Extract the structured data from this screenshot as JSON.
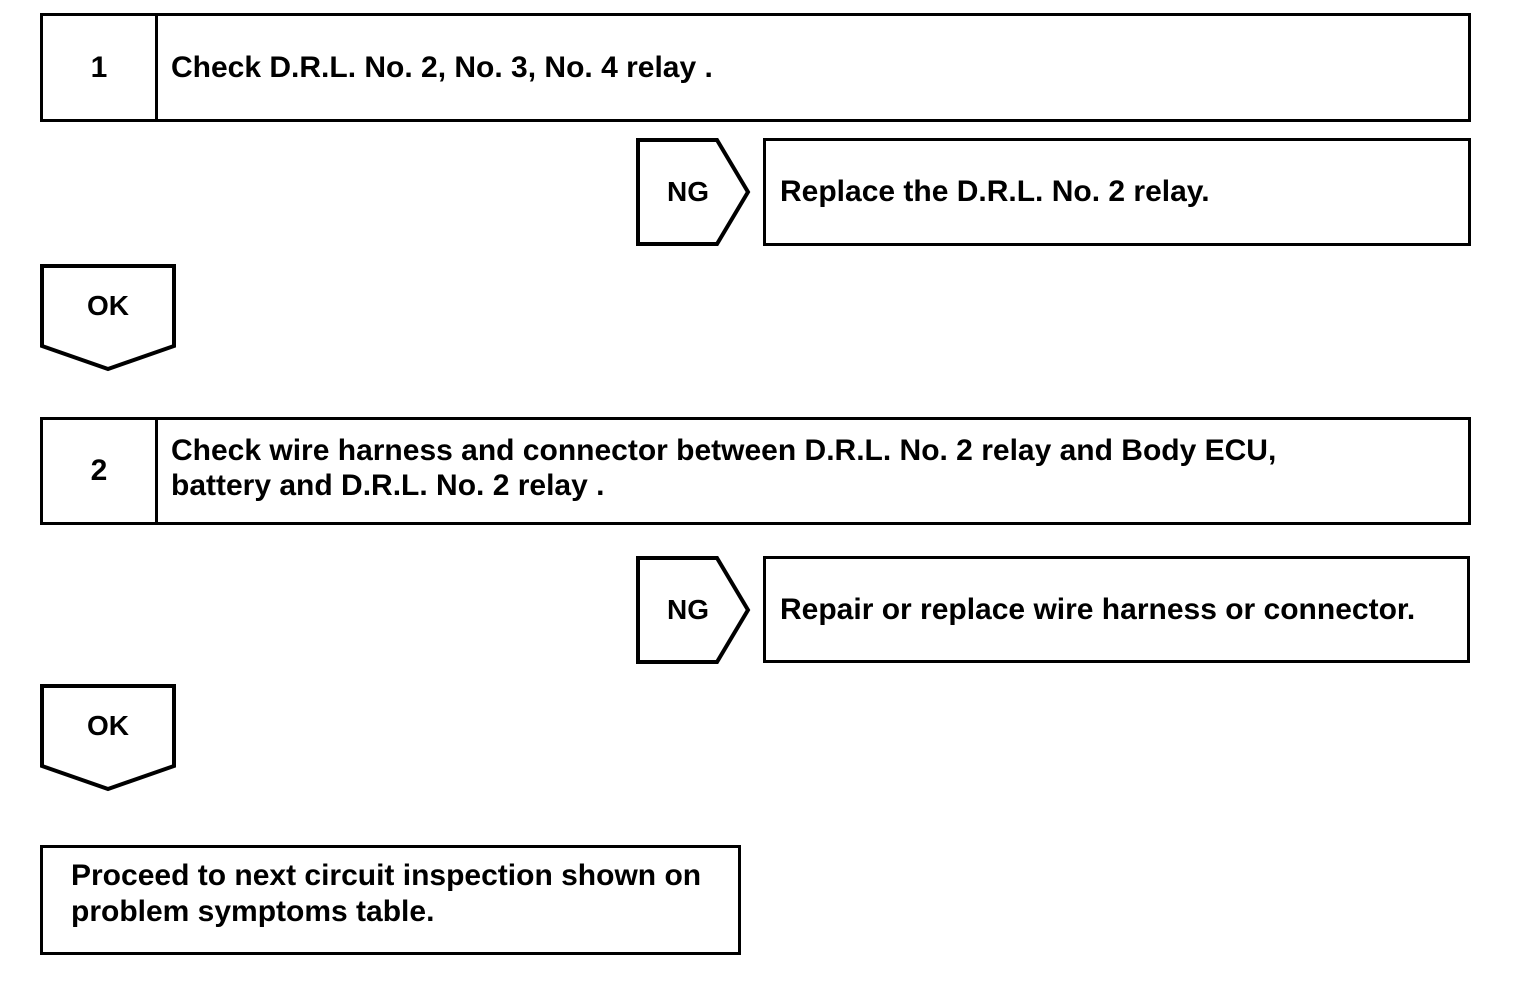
{
  "colors": {
    "line": "#000000",
    "background": "#ffffff",
    "text": "#000000"
  },
  "flowchart": {
    "steps": [
      {
        "number": "1",
        "instruction_lines": [
          "Check D.R.L. No. 2, No. 3, No. 4 relay ."
        ],
        "ng": {
          "label": "NG",
          "result": "Replace the D.R.L. No. 2 relay."
        },
        "ok": {
          "label": "OK"
        }
      },
      {
        "number": "2",
        "instruction_lines": [
          "Check wire harness and connector between D.R.L. No. 2 relay and Body ECU,",
          "battery and D.R.L. No. 2 relay ."
        ],
        "ng": {
          "label": "NG",
          "result": "Repair or replace wire harness or connector."
        },
        "ok": {
          "label": "OK"
        }
      }
    ],
    "final_box": {
      "lines": [
        "Proceed to next circuit inspection shown on",
        "problem symptoms table."
      ]
    }
  }
}
